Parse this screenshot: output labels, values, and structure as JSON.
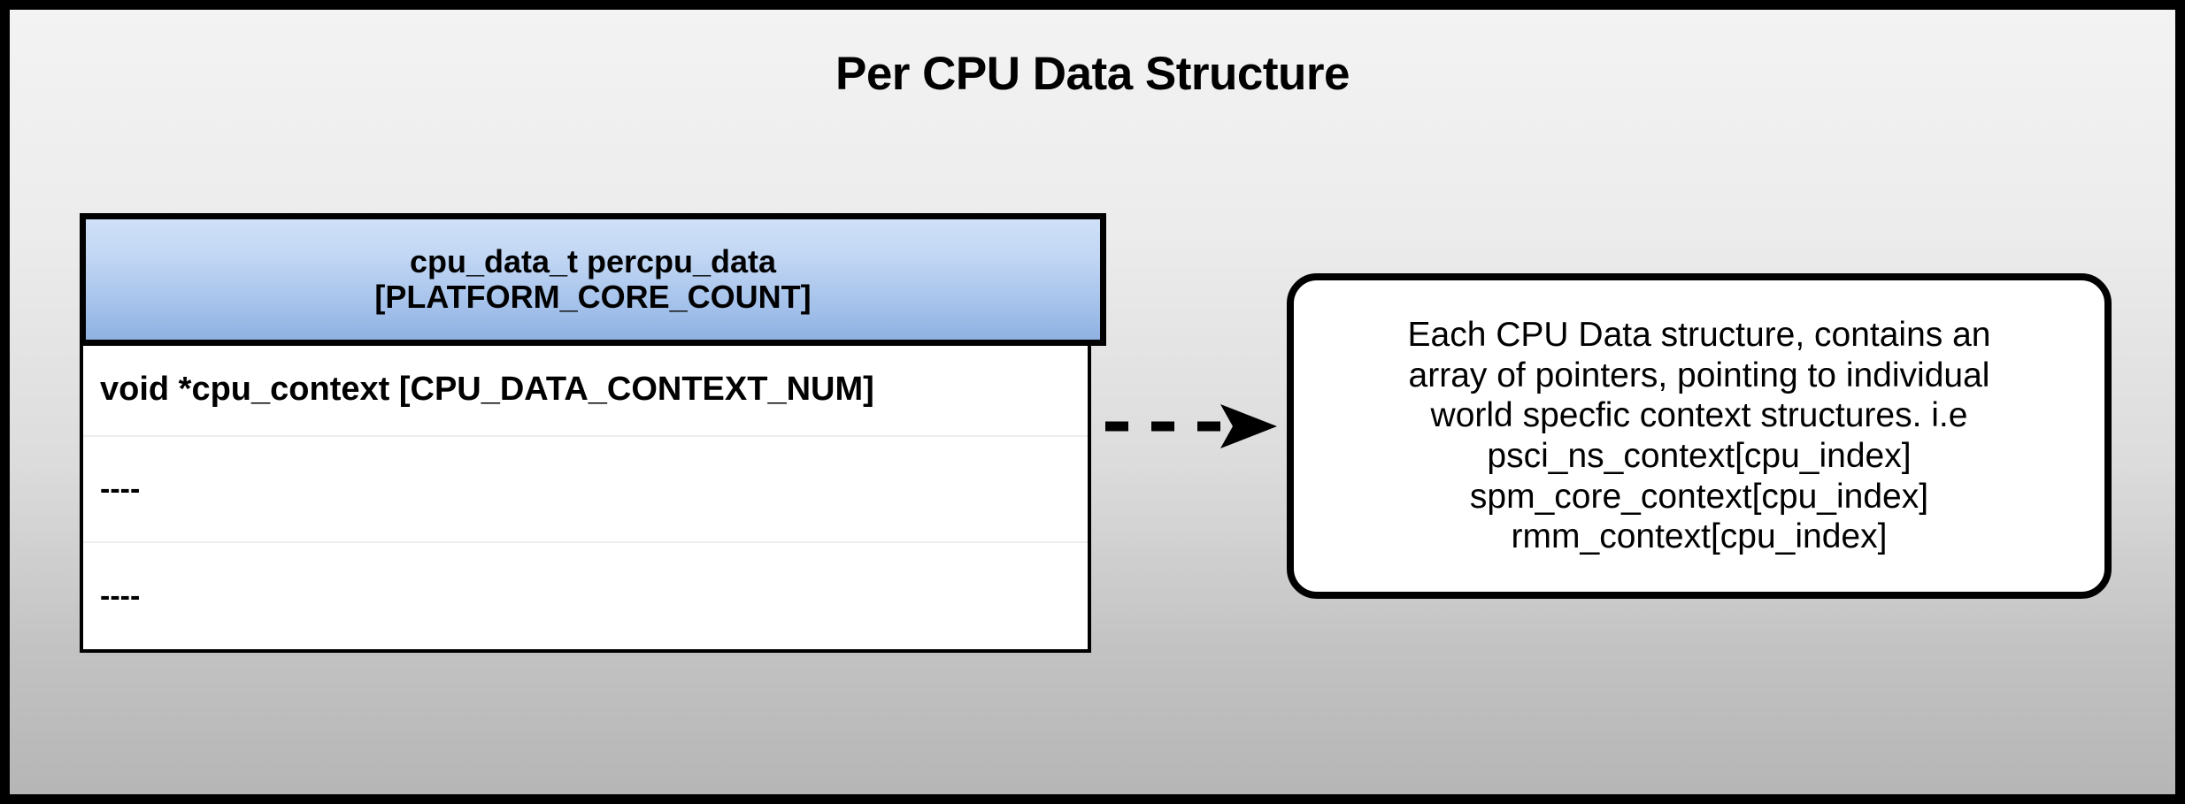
{
  "diagram": {
    "title": "Per CPU Data Structure",
    "background": {
      "gradient_top": "#f3f3f3",
      "gradient_bottom": "#b6b6b6",
      "border_color": "#000000"
    }
  },
  "struct_table": {
    "header": {
      "line1": "cpu_data_t percpu_data",
      "line2": "[PLATFORM_CORE_COUNT]",
      "gradient_top": "#cfe0f8",
      "gradient_bottom": "#8fb2e2"
    },
    "rows": [
      {
        "text": "void *cpu_context [CPU_DATA_CONTEXT_NUM]"
      },
      {
        "text": "----"
      },
      {
        "text": "----"
      }
    ]
  },
  "connector": {
    "style": "dashed",
    "arrowhead": "filled-triangle",
    "direction": "right",
    "color": "#000000"
  },
  "callout": {
    "lines": [
      "Each CPU Data structure, contains an",
      "array of pointers, pointing to individual",
      "world specfic context structures. i.e",
      "psci_ns_context[cpu_index]",
      "spm_core_context[cpu_index]",
      "rmm_context[cpu_index]"
    ],
    "border_color": "#000000",
    "background": "#ffffff"
  }
}
